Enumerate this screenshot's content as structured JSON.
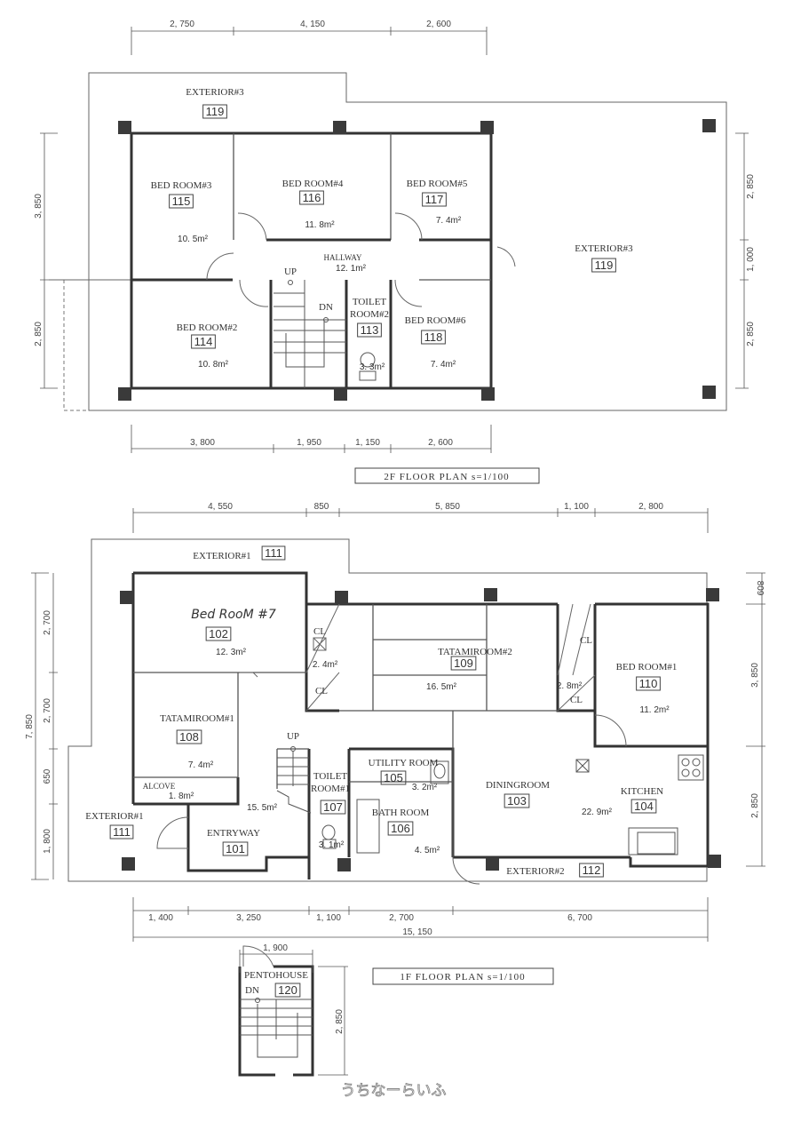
{
  "plan_2f": {
    "title": "2F   FLOOR   PLAN   s=1/100",
    "dims_top": [
      "2, 750",
      "4, 150",
      "2, 600"
    ],
    "dims_bottom": [
      "3, 800",
      "1, 950",
      "1, 150",
      "2, 600"
    ],
    "dims_left": [
      "3, 850",
      "2, 850"
    ],
    "dims_right": [
      "2, 850",
      "1, 000",
      "2, 850"
    ],
    "up": "UP",
    "dn": "DN",
    "rooms": {
      "exterior3_top": {
        "name": "EXTERIOR#3",
        "number": "119"
      },
      "exterior3_right": {
        "name": "EXTERIOR#3",
        "number": "119"
      },
      "bedroom3": {
        "name": "BED ROOM#3",
        "number": "115",
        "area": "10. 5m²"
      },
      "bedroom4": {
        "name": "BED ROOM#4",
        "number": "116",
        "area": "11. 8m²"
      },
      "bedroom5": {
        "name": "BED ROOM#5",
        "number": "117",
        "area": "7. 4m²"
      },
      "hallway": {
        "name": "HALLWAY",
        "area": "12. 1m²"
      },
      "bedroom2": {
        "name": "BED ROOM#2",
        "number": "114",
        "area": "10. 8m²"
      },
      "toilet2": {
        "name_line1": "TOILET",
        "name_line2": "ROOM#2",
        "number": "113",
        "area": "3. 3m²"
      },
      "bedroom6": {
        "name": "BED ROOM#6",
        "number": "118",
        "area": "7. 4m²"
      }
    }
  },
  "plan_1f": {
    "title": "1F   FLOOR   PLAN   s=1/100",
    "dims_top": [
      "4, 550",
      "850",
      "5, 850",
      "1, 100",
      "2, 800"
    ],
    "dims_bottom": [
      "1, 400",
      "3, 250",
      "1, 100",
      "2, 700",
      "6, 700"
    ],
    "dim_total": "15, 150",
    "dims_left_total": "7, 850",
    "dims_left": [
      "2, 700",
      "2, 700",
      "650",
      "1, 800"
    ],
    "dims_right": [
      "809",
      "3, 850",
      "2, 850"
    ],
    "up": "UP",
    "closet_label": "CL",
    "closet1_area": "2. 4m²",
    "closet2_area": "2. 8m²",
    "rooms": {
      "exterior1_top": {
        "name": "EXTERIOR#1",
        "number": "111"
      },
      "bedroom7": {
        "name": "Bed RooM #7",
        "number": "102",
        "area": "12. 3m²"
      },
      "tatami2": {
        "name": "TATAMIROOM#2",
        "number": "109",
        "area": "16. 5m²"
      },
      "bedroom1": {
        "name": "BED ROOM#1",
        "number": "110",
        "area": "11. 2m²"
      },
      "tatami1": {
        "name": "TATAMIROOM#1",
        "number": "108",
        "area": "7. 4m²"
      },
      "alcove": {
        "name": "ALCOVE",
        "area": "1. 8m²"
      },
      "toilet1": {
        "name_line1": "TOILET",
        "name_line2": "ROOM#1",
        "number": "107",
        "area": "3. 1m²"
      },
      "utility": {
        "name": "UTILITY ROOM",
        "number": "105",
        "area": "3. 2m²"
      },
      "bathroom": {
        "name": "BATH ROOM",
        "number": "106",
        "area": "4. 5m²"
      },
      "dining": {
        "name": "DININGROOM",
        "number": "103",
        "area": "22. 9m²"
      },
      "kitchen": {
        "name": "KITCHEN",
        "number": "104"
      },
      "exterior1_left": {
        "name": "EXTERIOR#1",
        "number": "111"
      },
      "entryway": {
        "name": "ENTRYWAY",
        "number": "101",
        "area": "15. 5m²"
      },
      "exterior2": {
        "name": "EXTERIOR#2",
        "number": "112"
      }
    }
  },
  "penthouse": {
    "name": "PENTOHOUSE",
    "dn": "DN",
    "number": "120",
    "dim_width": "1, 900",
    "dim_height": "2, 850"
  },
  "watermark": "うちなーらいふ"
}
